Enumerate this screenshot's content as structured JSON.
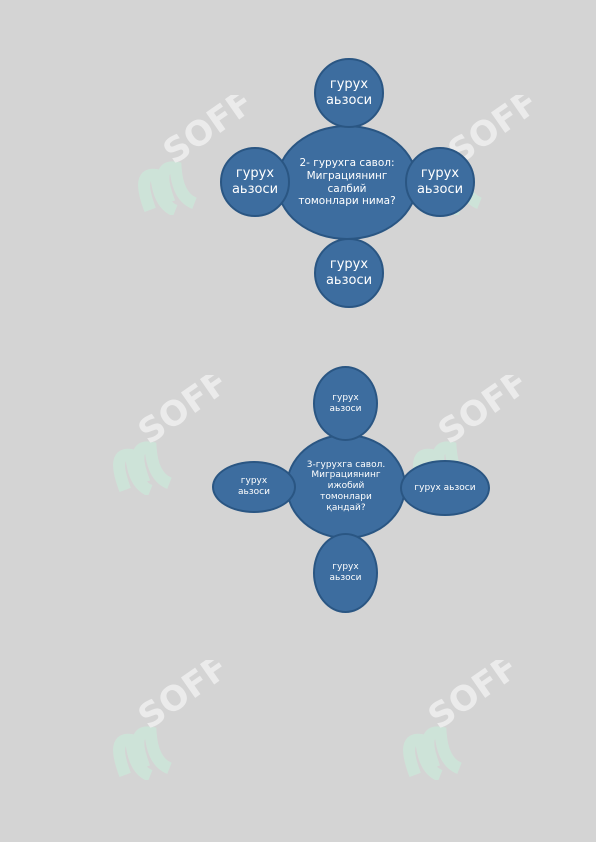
{
  "diagram1": {
    "center": "2- гурухга савол:\nМиграциянинг\nсалбий\nтомонлари нима?",
    "top": "гурух\nаьзоси",
    "left": "гурух\nаьзоси",
    "right": "гурух\nаьзоси",
    "bottom": "гурух\nаьзоси"
  },
  "diagram2": {
    "center": "3-гурухга савол.\nМиграциянинг\nижобий\nтомонлари\nқандай?",
    "top": "гурух\nаьзоси",
    "left": "гурух\nаьзоси",
    "right": "гурух аьзоси",
    "bottom": "гурух\nаьзоси"
  },
  "watermark": {
    "text": "SOFF",
    "color": "#ffffff",
    "glyph_color": "#c9f1dc"
  },
  "colors": {
    "background": "#d4d4d4",
    "node_fill": "#3d6d9f",
    "node_stroke": "#2a5683",
    "text": "#ffffff"
  }
}
